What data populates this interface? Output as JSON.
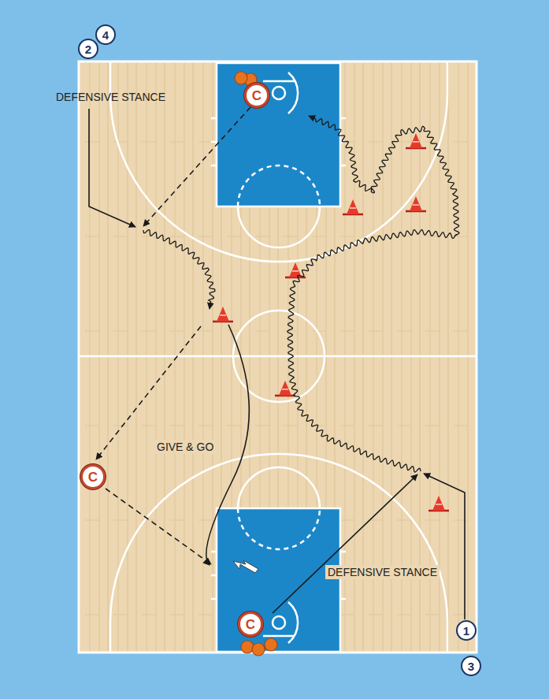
{
  "diagram": {
    "nodes": [
      {
        "text": [
          "2"
        ]
      },
      {
        "text": [
          "4"
        ]
      },
      {
        "text": [
          "C"
        ]
      },
      {
        "text": [
          "C"
        ]
      },
      {
        "text": [
          "C"
        ]
      },
      {
        "text": [
          "1"
        ]
      },
      {
        "text": [
          "3"
        ]
      }
    ],
    "labels": [
      "DEFENSIVE STANCE",
      "GIVE & GO",
      "DEFENSIVE STANCE"
    ]
  }
}
